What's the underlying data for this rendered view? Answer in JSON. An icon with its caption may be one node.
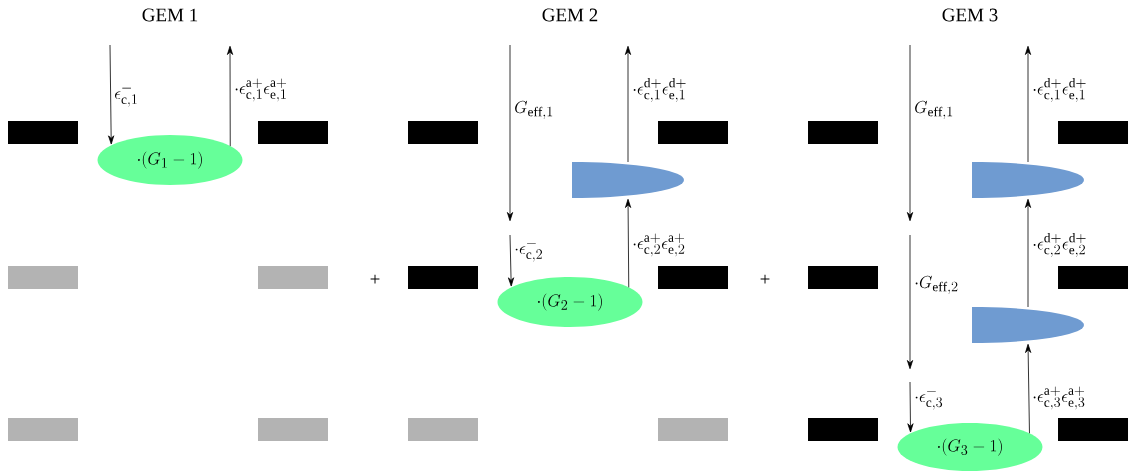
{
  "diagram": {
    "nodes": [
      {
        "text": [
          "\\cdot(G_1-1)"
        ]
      },
      {
        "text": [],
        "shape": "cloud"
      },
      {
        "text": [
          "\\cdot(G_2-1)"
        ]
      },
      {
        "text": [],
        "shape": "cloud"
      },
      {
        "text": [],
        "shape": "cloud"
      },
      {
        "text": [
          "\\cdot(G_3-1)"
        ]
      }
    ],
    "edges": [
      {
        "from": null,
        "to": 0,
        "arrow": "to",
        "label": "\\epsilon^{-}_{\\mathrm{c},1}"
      },
      {
        "from": 0,
        "to": null,
        "arrow": "to",
        "label": "\\cdot\\epsilon^{\\mathrm{a+}}_{\\mathrm{c},1}\\epsilon^{\\mathrm{a+}}_{\\mathrm{e},1}"
      },
      {
        "from": null,
        "to": 2,
        "arrow": "to",
        "label": "\\cdot\\epsilon^{-}_{\\mathrm{c},2}"
      },
      {
        "from": 2,
        "to": 1,
        "arrow": "to",
        "label": "\\cdot\\epsilon^{\\mathrm{a+}}_{\\mathrm{c},2}\\epsilon^{\\mathrm{a+}}_{\\mathrm{e},2}"
      },
      {
        "from": 1,
        "to": null,
        "arrow": "to",
        "label": "\\cdot\\epsilon^{\\mathrm{d+}}_{\\mathrm{c},1}\\epsilon^{\\mathrm{d+}}_{\\mathrm{e},1}"
      },
      {
        "from": null,
        "to": 5,
        "arrow": "to",
        "label": "\\cdot\\epsilon^{-}_{\\mathrm{c},3}"
      },
      {
        "from": 5,
        "to": 4,
        "arrow": "to",
        "label": "\\cdot\\epsilon^{\\mathrm{a+}}_{\\mathrm{c},3}\\epsilon^{\\mathrm{a+}}_{\\mathrm{e},3}"
      },
      {
        "from": 4,
        "to": 3,
        "arrow": "to",
        "label": "\\cdot\\epsilon^{\\mathrm{d+}}_{\\mathrm{c},2}\\epsilon^{\\mathrm{d+}}_{\\mathrm{e},2}"
      },
      {
        "from": 3,
        "to": null,
        "arrow": "to",
        "label": "\\cdot\\epsilon^{\\mathrm{d+}}_{\\mathrm{c},1}\\epsilon^{\\mathrm{d+}}_{\\mathrm{e},1}"
      }
    ],
    "labels": [
      "GEM 1",
      "GEM 2",
      "GEM 3",
      "+",
      "+",
      "G_{\\mathrm{eff},1}",
      "G_{\\mathrm{eff},1}",
      "\\cdot G_{\\mathrm{eff},2}"
    ]
  }
}
